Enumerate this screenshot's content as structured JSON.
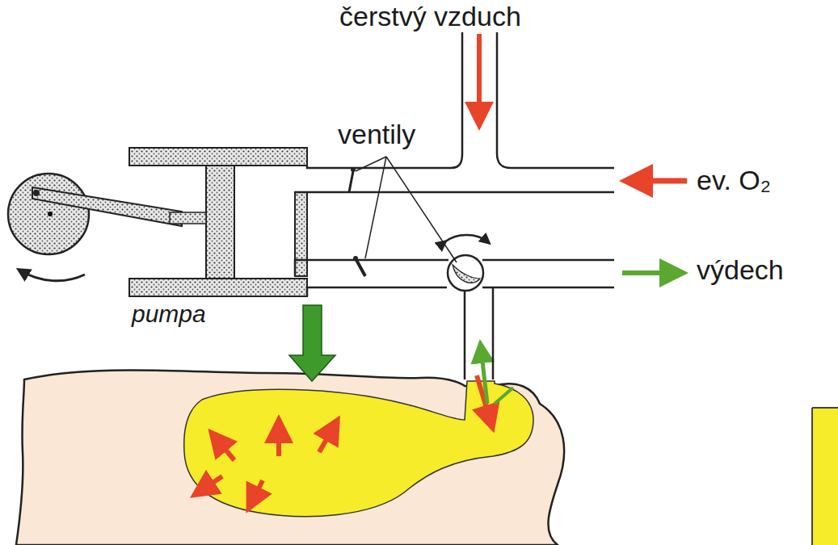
{
  "diagram": {
    "labels": [
      "čerstvý vzduch",
      "ventily",
      "ev. O₂",
      "výdech",
      "pumpa"
    ]
  }
}
